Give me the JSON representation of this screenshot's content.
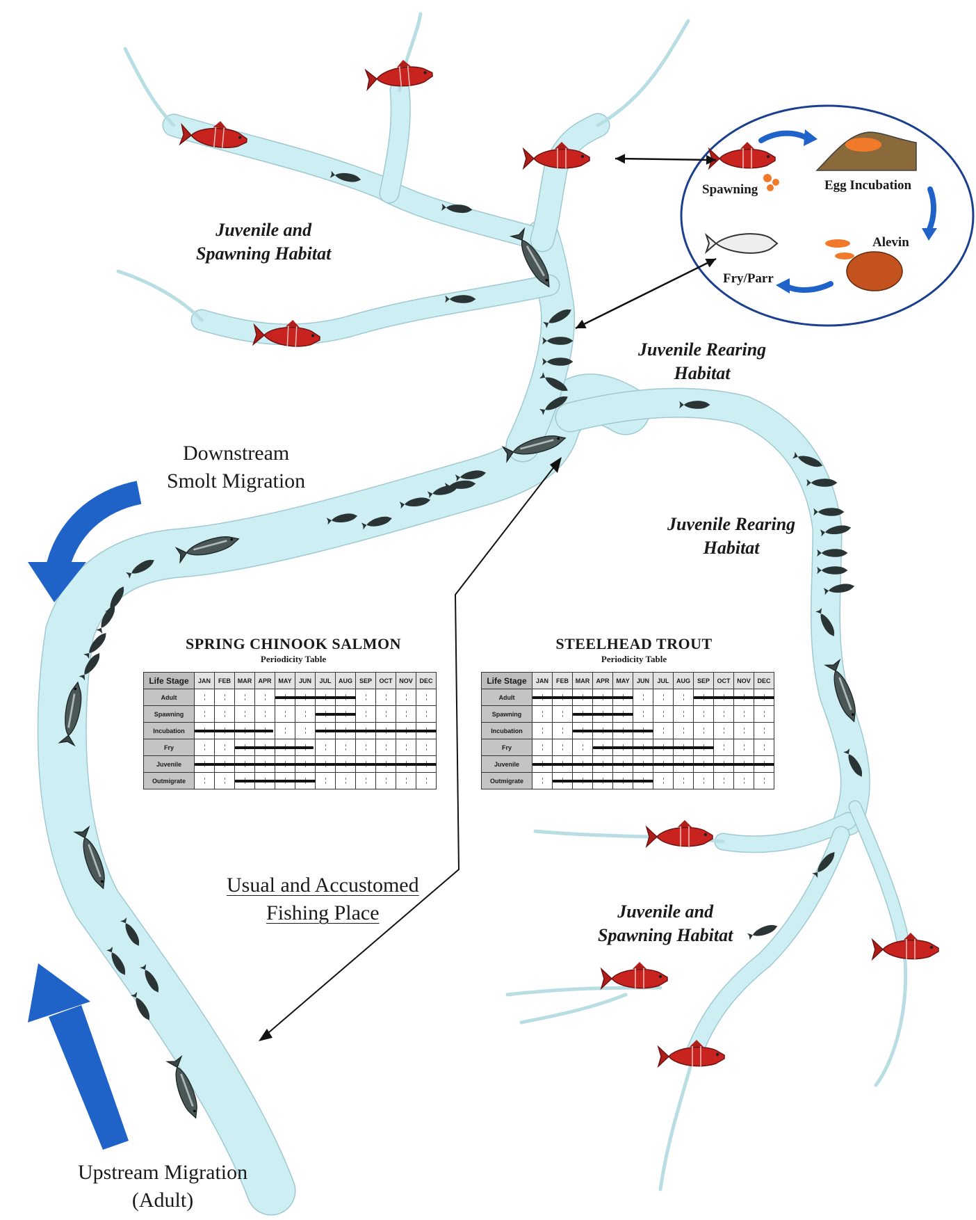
{
  "labels": {
    "juvenile_spawning_top": [
      "Juvenile and",
      "Spawning Habitat"
    ],
    "juvenile_rearing_upper": [
      "Juvenile Rearing",
      "Habitat"
    ],
    "juvenile_rearing_lower": [
      "Juvenile Rearing",
      "Habitat"
    ],
    "downstream": [
      "Downstream",
      "Smolt Migration"
    ],
    "fishing_place": [
      "Usual and Accustomed",
      "Fishing Place"
    ],
    "juvenile_spawning_bottom": [
      "Juvenile and",
      "Spawning Habitat"
    ],
    "upstream": [
      "Upstream Migration",
      "(Adult)"
    ]
  },
  "life_cycle": {
    "spawning": "Spawning",
    "egg_incubation": "Egg Incubation",
    "alevin": "Alevin",
    "fry_parr": "Fry/Parr"
  },
  "months": [
    "JAN",
    "FEB",
    "MAR",
    "APR",
    "MAY",
    "JUN",
    "JUL",
    "AUG",
    "SEP",
    "OCT",
    "NOV",
    "DEC"
  ],
  "tables": [
    {
      "title": "SPRING CHINOOK SALMON",
      "subtitle": "Periodicity Table",
      "stage_header": "Life Stage",
      "rows": [
        {
          "stage": "Adult",
          "ranges": [
            [
              5.0,
              9.0
            ]
          ]
        },
        {
          "stage": "Spawning",
          "ranges": [
            [
              7.0,
              9.0
            ]
          ]
        },
        {
          "stage": "Incubation",
          "ranges": [
            [
              1.0,
              4.9
            ],
            [
              7.0,
              13.0
            ]
          ]
        },
        {
          "stage": "Fry",
          "ranges": [
            [
              3.0,
              6.9
            ]
          ]
        },
        {
          "stage": "Juvenile",
          "ranges": [
            [
              1.0,
              13.0
            ]
          ]
        },
        {
          "stage": "Outmigrate",
          "ranges": [
            [
              3.0,
              7.0
            ]
          ]
        }
      ]
    },
    {
      "title": "STEELHEAD TROUT",
      "subtitle": "Periodicity Table",
      "stage_header": "Life Stage",
      "rows": [
        {
          "stage": "Adult",
          "ranges": [
            [
              1.0,
              6.0
            ],
            [
              9.0,
              13.0
            ]
          ]
        },
        {
          "stage": "Spawning",
          "ranges": [
            [
              3.0,
              6.0
            ]
          ]
        },
        {
          "stage": "Incubation",
          "ranges": [
            [
              3.0,
              7.0
            ]
          ]
        },
        {
          "stage": "Fry",
          "ranges": [
            [
              4.0,
              10.0
            ]
          ]
        },
        {
          "stage": "Juvenile",
          "ranges": [
            [
              1.0,
              13.0
            ]
          ]
        },
        {
          "stage": "Outmigrate",
          "ranges": [
            [
              2.0,
              7.0
            ]
          ]
        }
      ]
    }
  ],
  "colors": {
    "river": "#cdeff4",
    "river_edge": "#9fc9d0",
    "adult_fish": "#c8231e",
    "juvenile_fish": "#2e3a3a",
    "arrow_blue": "#1f63c8",
    "oval_stroke": "#1a3f8f"
  }
}
